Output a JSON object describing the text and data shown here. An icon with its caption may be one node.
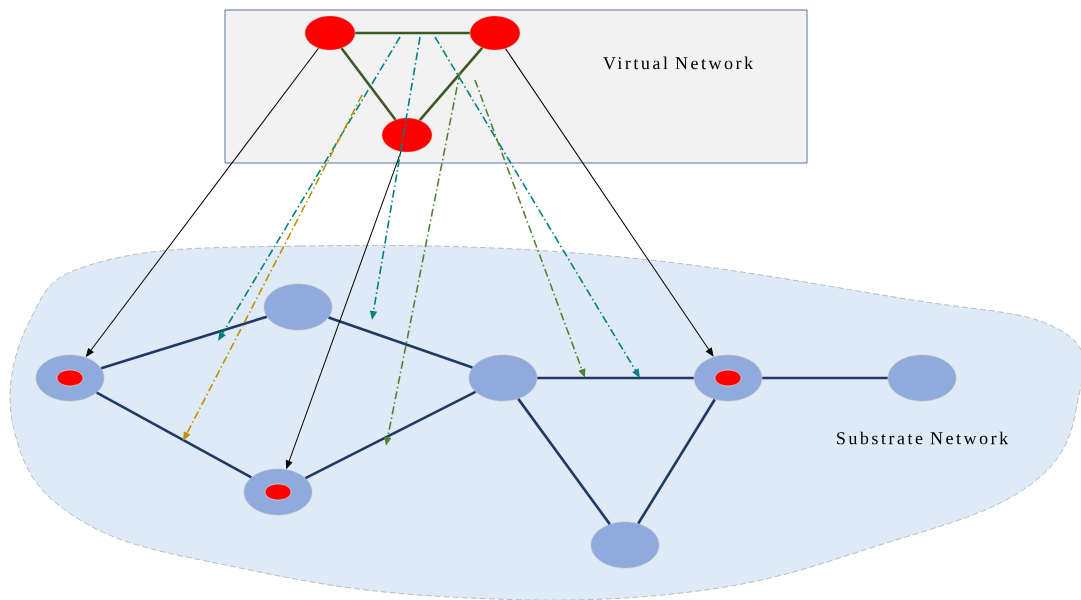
{
  "diagram": {
    "nodes": [
      {
        "text": [
          "Virtual Network"
        ]
      },
      {
        "text": [],
        "shape": "circle",
        "in": 0
      },
      {
        "text": [],
        "shape": "circle",
        "in": 0
      },
      {
        "text": [],
        "shape": "circle",
        "in": 0
      },
      {
        "text": [
          "Substrate Network"
        ]
      },
      {
        "text": [],
        "shape": "circle",
        "in": 4
      },
      {
        "text": [],
        "shape": "circle",
        "in": 4
      },
      {
        "text": [],
        "shape": "circle",
        "in": 4
      },
      {
        "text": [],
        "shape": "circle",
        "in": 4
      },
      {
        "text": [],
        "shape": "circle",
        "in": 4
      },
      {
        "text": [],
        "shape": "circle",
        "in": 4
      },
      {
        "text": [],
        "shape": "circle",
        "in": 4
      }
    ],
    "edges": [
      {
        "from": 1,
        "to": 2,
        "arrow": "none",
        "color": "#3b5a23"
      },
      {
        "from": 1,
        "to": 3,
        "arrow": "none",
        "color": "#3b5a23"
      },
      {
        "from": 2,
        "to": 3,
        "arrow": "none",
        "color": "#3b5a23"
      },
      {
        "from": 5,
        "to": 6,
        "arrow": "none"
      },
      {
        "from": 5,
        "to": 7,
        "arrow": "none"
      },
      {
        "from": 6,
        "to": 8,
        "arrow": "none"
      },
      {
        "from": 7,
        "to": 8,
        "arrow": "none"
      },
      {
        "from": 8,
        "to": 9,
        "arrow": "none"
      },
      {
        "from": 9,
        "to": 10,
        "arrow": "none"
      },
      {
        "from": 8,
        "to": 11,
        "arrow": "none"
      },
      {
        "from": 9,
        "to": 11,
        "arrow": "none"
      },
      {
        "from": 1,
        "to": 5,
        "arrow": "to",
        "color": "#000000"
      },
      {
        "from": 3,
        "to": 7,
        "arrow": "to",
        "color": "#000000"
      },
      {
        "from": 2,
        "to": 9,
        "arrow": "to",
        "color": "#000000"
      },
      {
        "from": 0,
        "to": null,
        "arrow": "to",
        "style": "dashed",
        "color": "#008080"
      },
      {
        "from": 0,
        "to": null,
        "arrow": "to",
        "style": "dashed",
        "color": "#008080"
      },
      {
        "from": 0,
        "to": null,
        "arrow": "to",
        "style": "dashed",
        "color": "#008080"
      },
      {
        "from": 0,
        "to": null,
        "arrow": "to",
        "style": "dashed",
        "color": "#bf9000"
      },
      {
        "from": 0,
        "to": null,
        "arrow": "to",
        "style": "dashed",
        "color": "#548235"
      },
      {
        "from": 0,
        "to": null,
        "arrow": "to",
        "style": "dashed",
        "color": "#548235"
      }
    ]
  }
}
